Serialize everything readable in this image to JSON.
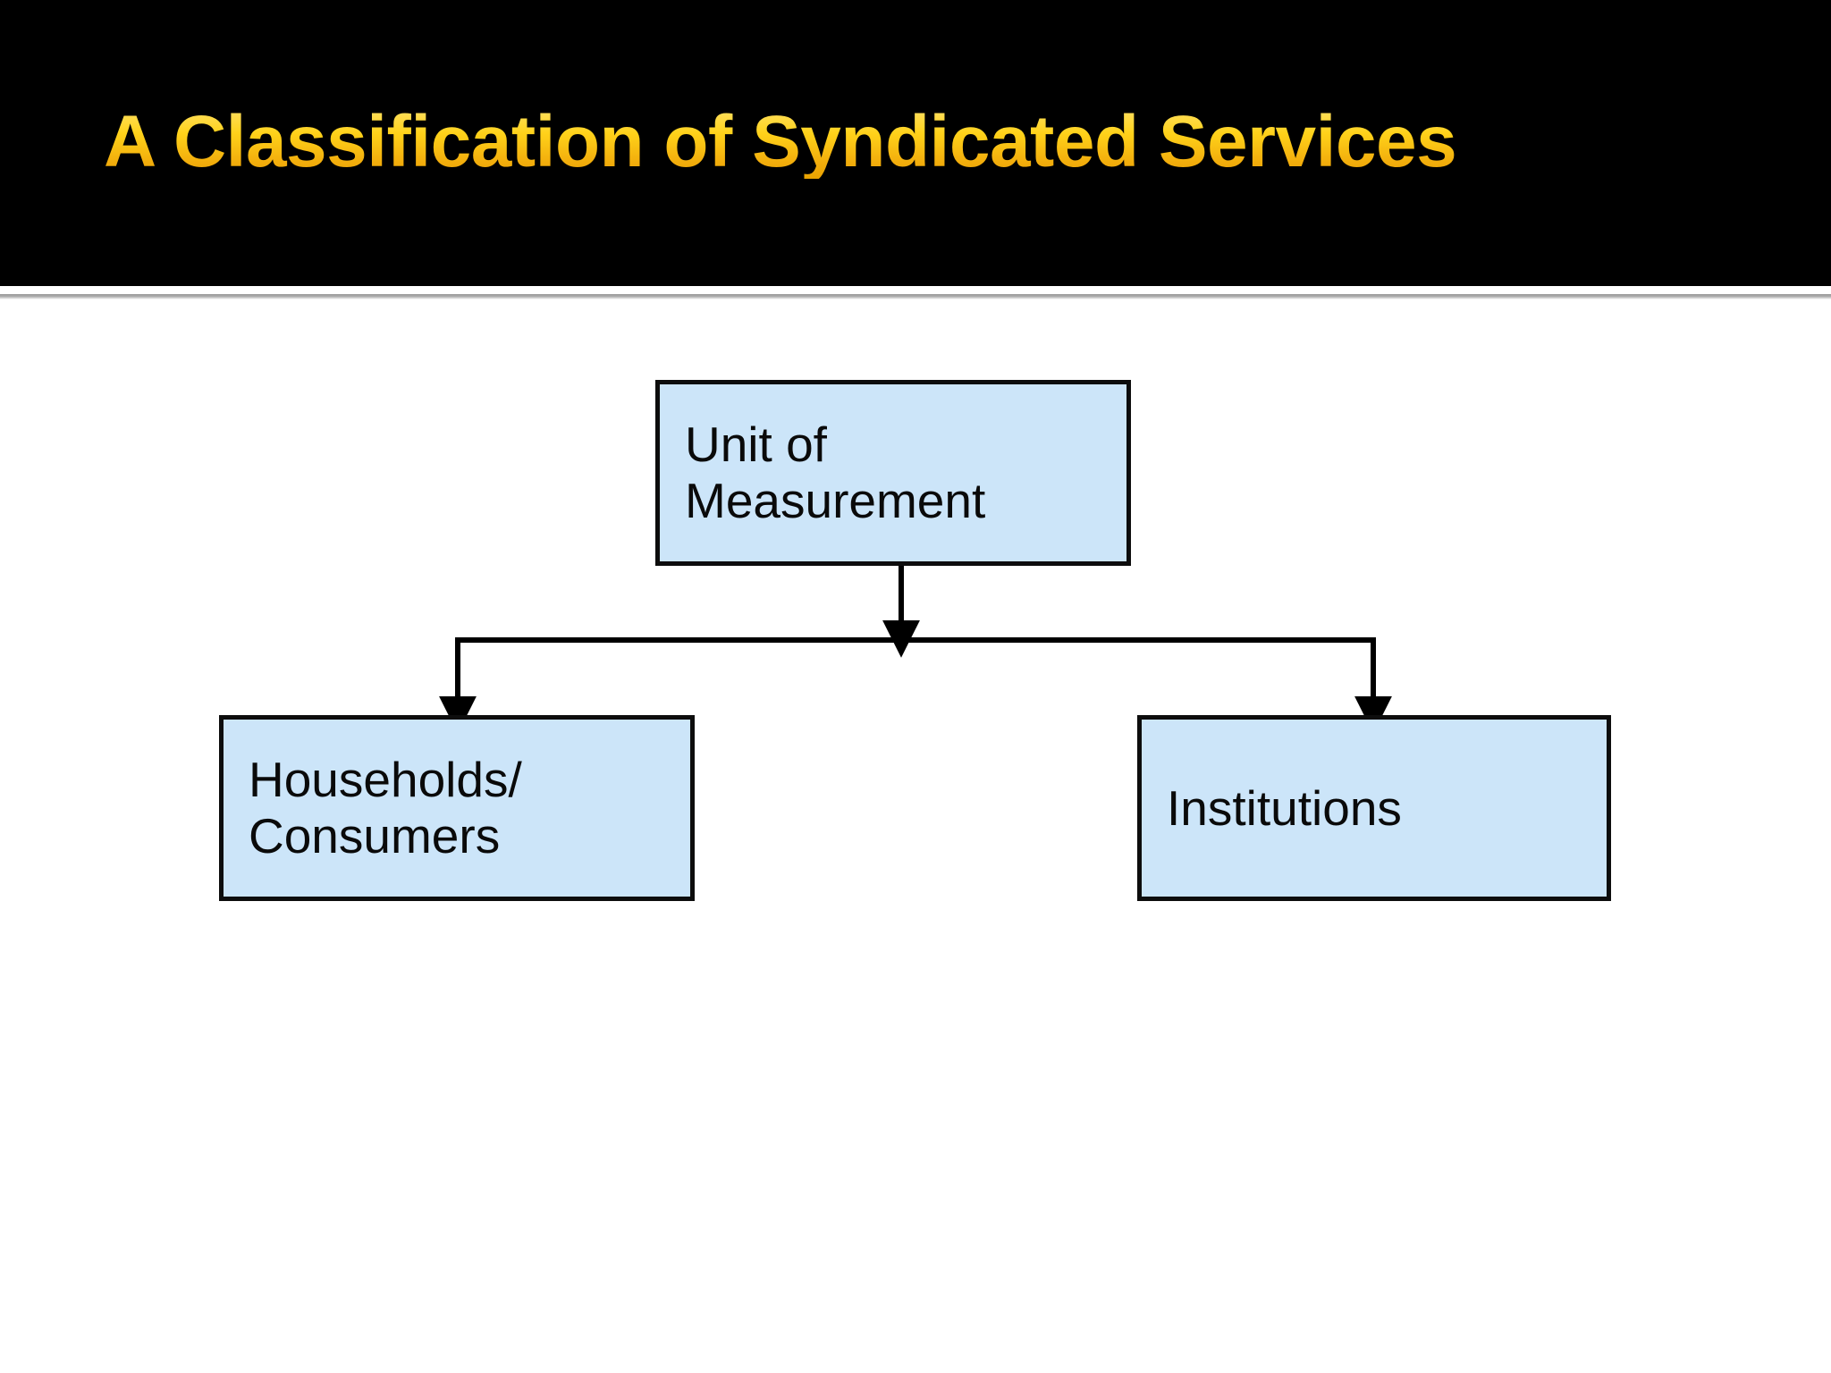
{
  "slide": {
    "title": "A Classification of Syndicated Services",
    "header_background": "#000000",
    "title_color": "#f5c518",
    "body_background": "#ffffff",
    "divider_color": "#9a9a9a"
  },
  "diagram": {
    "type": "tree",
    "node_fill": "#cce5f9",
    "node_border": "#0d0d0d",
    "connector_color": "#000000",
    "root": {
      "id": "unit-of-measurement",
      "label": "Unit of\nMeasurement"
    },
    "children": [
      {
        "id": "households-consumers",
        "label": "Households/\nConsumers"
      },
      {
        "id": "institutions",
        "label": "Institutions"
      }
    ]
  }
}
